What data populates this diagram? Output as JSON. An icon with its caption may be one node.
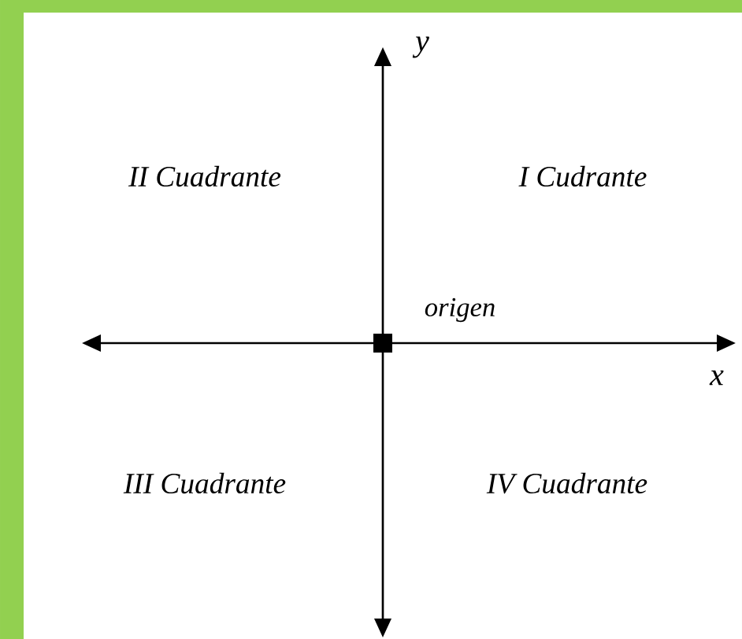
{
  "diagram": {
    "labels": [
      "y",
      "II Cuadrante",
      "I Cudrante",
      "origen",
      "x",
      "III Cuadrante",
      "IV Cuadrante"
    ]
  }
}
